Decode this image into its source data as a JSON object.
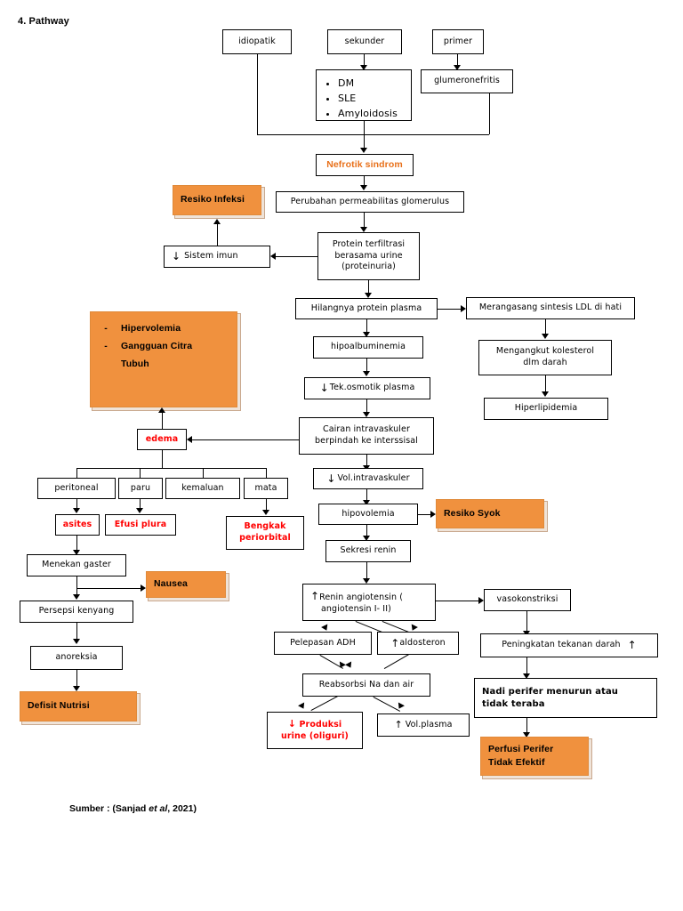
{
  "page": {
    "title": "4. Pathway",
    "source": "Sumber : (Sanjad ",
    "source_italic": "et al",
    "source_tail": ", 2021)"
  },
  "colors": {
    "orange_fill": "#F0913E",
    "orange_text": "#E8701A",
    "red_text": "#FF0000",
    "box_border": "#000000",
    "shadow": "#C9A98F"
  },
  "diagram": {
    "type": "flowchart",
    "nodes": {
      "idiopatik": "idiopatik",
      "sekunder": "sekunder",
      "primer": "primer",
      "etiologi_list": [
        "DM",
        "SLE",
        "Amyloidosis"
      ],
      "glumeronefritis": "glumeronefritis",
      "nefrotik_sindrom": "Nefrotik sindrom",
      "resiko_infeksi": "Resiko Infeksi",
      "perubahan_permeabilitas": "Perubahan permeabilitas glomerulus",
      "sistem_imun": "Sistem imun",
      "sistem_imun_arrow": "↓",
      "protein_terfiltrasi_l1": "Protein terfiltrasi",
      "protein_terfiltrasi_l2": "berasama urine",
      "protein_terfiltrasi_l3": "(proteinuria)",
      "hilangnya_protein": "Hilangnya protein plasma",
      "merangsang_ldl": "Merangasang sintesis LDL di hati",
      "hipoalbuminemia": "hipoalbuminemia",
      "mengangkut_l1": "Mengangkut kolesterol",
      "mengangkut_l2": "dlm darah",
      "tek_osmotik": "Tek.osmotik plasma",
      "tek_osmotik_arrow": "↓",
      "hiperlipidemia": "Hiperlipidemia",
      "hipervolemia_items": [
        "Hipervolemia",
        "Gangguan Citra Tubuh"
      ],
      "cairan_l1": "Cairan intravaskuler",
      "cairan_l2": "berpindah ke interssisal",
      "edema": "edema",
      "vol_intravaskuler": "Vol.intravaskuler",
      "vol_intravaskuler_arrow": "↓",
      "peritoneal": "peritoneal",
      "paru": "paru",
      "kemaluan": "kemaluan",
      "mata": "mata",
      "asites": "asites",
      "efusi_plura": "Efusi plura",
      "bengkak_l1": "Bengkak",
      "bengkak_l2": "periorbital",
      "hipovolemia": "hipovolemia",
      "resiko_syok": "Resiko Syok",
      "menekan_gaster": "Menekan gaster",
      "nausea": "Nausea",
      "sekresi_renin": "Sekresi renin",
      "persepsi_kenyang": "Persepsi kenyang",
      "renin_l1": "Renin angiotensin (",
      "renin_l1_arrow": "↑",
      "renin_l2": "angiotensin I- II)",
      "vasokonstriksi": "vasokonstriksi",
      "anoreksia": "anoreksia",
      "pelepasan_adh": "Pelepasan ADH",
      "aldosteron": "aldosteron",
      "aldosteron_arrow": "↑",
      "peningkatan_tekanan": "Peningkatan tekanan darah",
      "peningkatan_tekanan_arrow": "↑",
      "defisit_nutrisi": "Defisit Nutrisi",
      "reabsorbsi": "Reabsorbsi Na dan air",
      "nadi_l1": "Nadi perifer menurun atau",
      "nadi_l2": "tidak teraba",
      "produksi_urine_l1": "Produksi",
      "produksi_urine_l1_arrow": "↓",
      "produksi_urine_l2": "urine   (oliguri)",
      "vol_plasma": "Vol.plasma",
      "vol_plasma_arrow": "↑",
      "perfusi_l1": "Perfusi Perifer",
      "perfusi_l2": "Tidak Efektif"
    }
  }
}
